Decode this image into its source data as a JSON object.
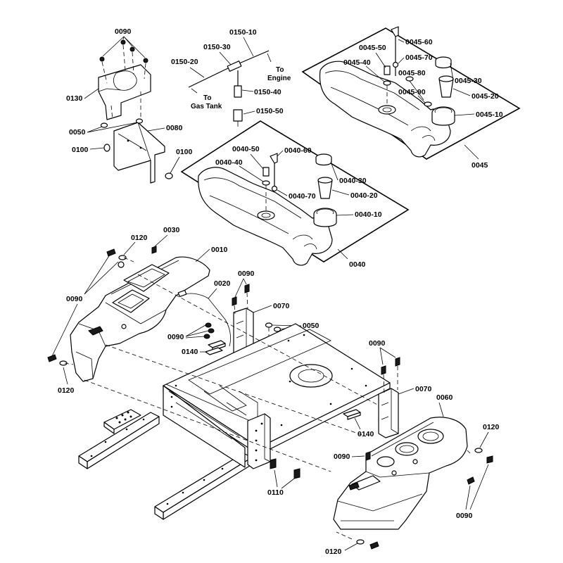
{
  "callouts": {
    "c0090a": "0090",
    "c0130": "0130",
    "c0050a": "0050",
    "c0080": "0080",
    "c0100a": "0100",
    "c0100b": "0100",
    "c0150_10": "0150-10",
    "c0150_30": "0150-30",
    "c0150_20": "0150-20",
    "c0150_40": "0150-40",
    "c0150_50": "0150-50",
    "c0045_50": "0045-50",
    "c0045_60": "0045-60",
    "c0045_40": "0045-40",
    "c0045_70": "0045-70",
    "c0045_80": "0045-80",
    "c0045_30": "0045-30",
    "c0045_90": "0045-90",
    "c0045_20": "0045-20",
    "c0045_10": "0045-10",
    "c0045": "0045",
    "c0040_50": "0040-50",
    "c0040_60": "0040-60",
    "c0040_40": "0040-40",
    "c0040_30": "0040-30",
    "c0040_20": "0040-20",
    "c0040_70": "0040-70",
    "c0040_10": "0040-10",
    "c0040": "0040",
    "c0120a": "0120",
    "c0030": "0030",
    "c0010": "0010",
    "c0090b": "0090",
    "c0090c": "0090",
    "c0020": "0020",
    "c0070a": "0070",
    "c0090d": "0090",
    "c0050b": "0050",
    "c0140a": "0140",
    "c0120b": "0120",
    "c0090e": "0090",
    "c0070b": "0070",
    "c0060": "0060",
    "c0140b": "0140",
    "c0120c": "0120",
    "c0090f": "0090",
    "c0110": "0110",
    "c0090g": "0090",
    "c0120d": "0120"
  },
  "notes": {
    "to_engine_line1": "To",
    "to_engine_line2": "Engine",
    "to_gas_tank_line1": "To",
    "to_gas_tank_line2": "Gas Tank"
  }
}
